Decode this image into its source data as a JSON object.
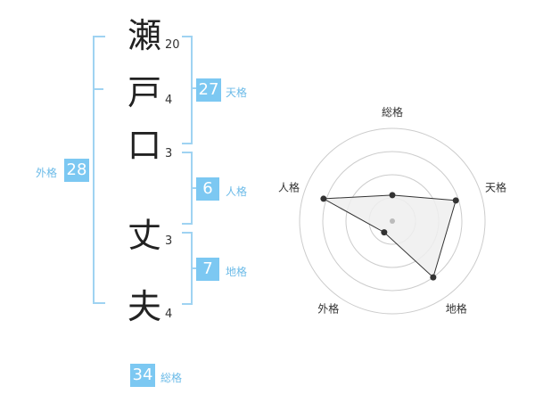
{
  "name": {
    "chars": [
      {
        "char": "瀬",
        "strokes": "20"
      },
      {
        "char": "戸",
        "strokes": "4"
      },
      {
        "char": "口",
        "strokes": "3"
      },
      {
        "char": "丈",
        "strokes": "3"
      },
      {
        "char": "夫",
        "strokes": "4"
      }
    ]
  },
  "scores": {
    "tenkaku": {
      "value": "27",
      "label": "天格"
    },
    "jinkaku": {
      "value": "6",
      "label": "人格"
    },
    "chikaku": {
      "value": "7",
      "label": "地格"
    },
    "gaikaku": {
      "value": "28",
      "label": "外格"
    },
    "soukaku": {
      "value": "34",
      "label": "総格"
    }
  },
  "radar": {
    "axis_labels": [
      "総格",
      "天格",
      "地格",
      "外格",
      "人格"
    ],
    "levels": [
      0.28,
      0.72,
      0.75,
      0.15,
      0.78
    ],
    "colors": {
      "grid": "#cccccc",
      "fill": "#eeeeee",
      "line": "#333333",
      "point": "#333333",
      "center": "#bbbbbb"
    }
  },
  "colors": {
    "bracket": "#9fd3f2",
    "badge": "#7cc8f2",
    "label": "#6cbbe8"
  }
}
